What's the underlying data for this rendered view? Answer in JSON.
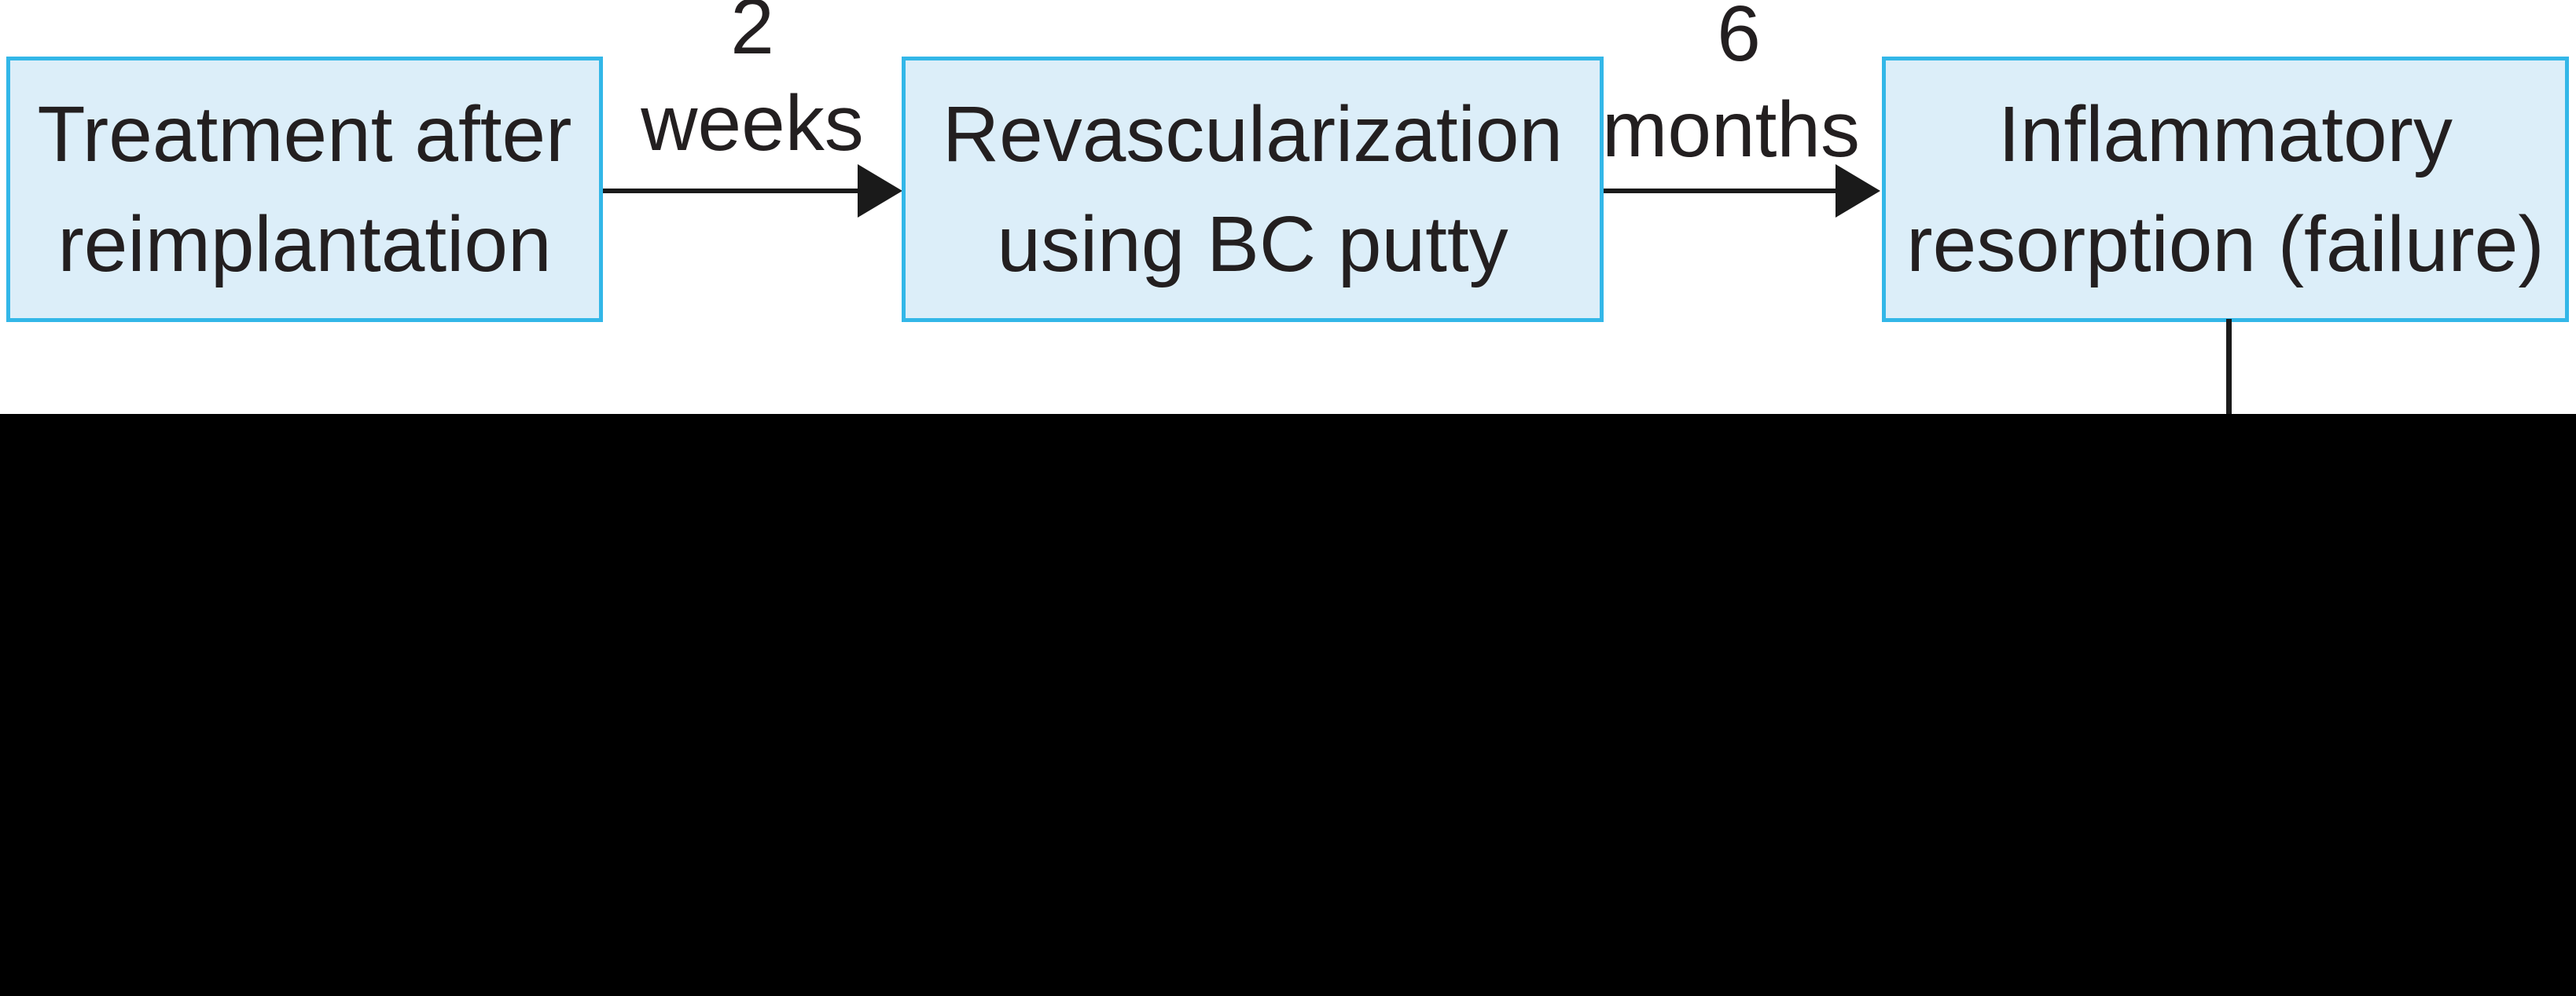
{
  "figure": {
    "type": "flowchart",
    "boxes": [
      {
        "id": "treatment",
        "line1": "Treatment after",
        "line2": "reimplantation"
      },
      {
        "id": "revascularization",
        "line1": "Revascularization",
        "line2": "using BC putty"
      },
      {
        "id": "resorption",
        "line1": "Inflammatory",
        "line2": "resorption (failure)"
      }
    ],
    "arrows": [
      {
        "id": "arrow-1",
        "label_line1": "2",
        "label_line2": "weeks"
      },
      {
        "id": "arrow-2",
        "label_line1": "6",
        "label_line2": "months"
      }
    ]
  },
  "colors": {
    "box_fill": "#dceef9",
    "box_border": "#33b7e8",
    "text": "#231f20",
    "arrow": "#1a1a1a",
    "redacted_area": "#000000",
    "background": "#ffffff"
  }
}
